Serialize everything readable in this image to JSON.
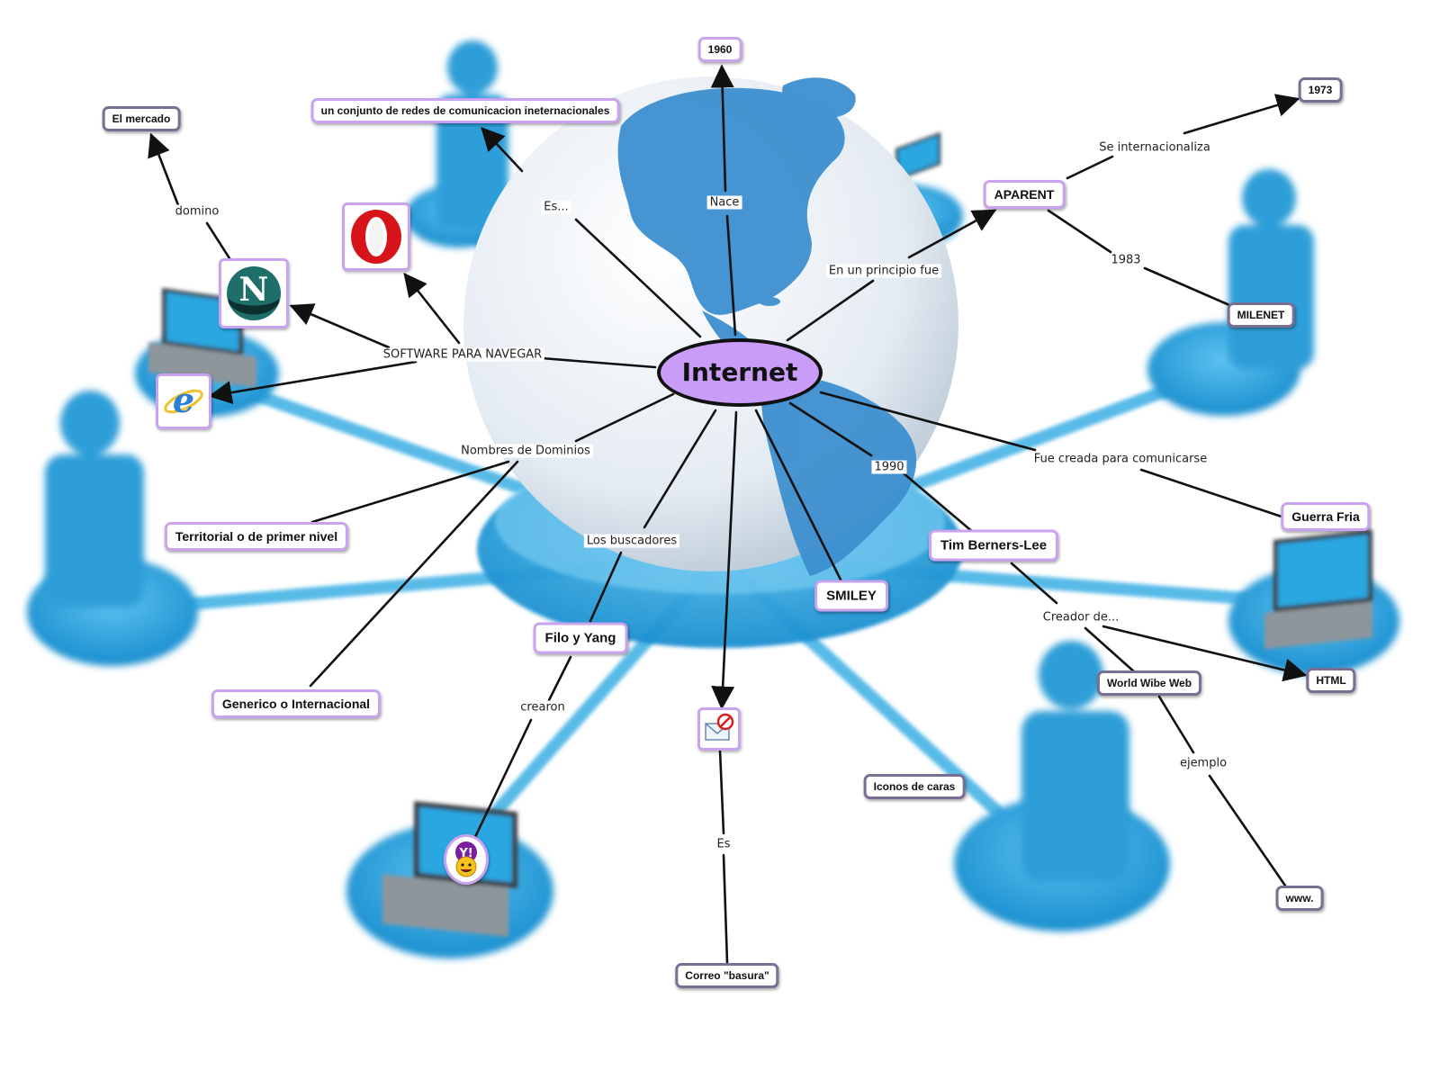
{
  "root": {
    "label": "Internet"
  },
  "nodes": {
    "n1960": "1960",
    "n1973": "1973",
    "redes": "un conjunto de redes de comunicacion ineternacionales",
    "mercado": "El  mercado",
    "aparent": "APARENT",
    "milenet": "MILENET",
    "territorial": "Territorial o de primer nivel",
    "generico": "Generico o Internacional",
    "filo": "Filo y Yang",
    "smiley": "SMILEY",
    "tim": "Tim Berners-Lee",
    "guerra": "Guerra Fria",
    "html": "HTML",
    "www_web": "World Wibe Web",
    "www": "www.",
    "iconos": "Iconos de caras",
    "correo": "Correo \"basura\""
  },
  "labels": {
    "es1": "Es...",
    "nace": "Nace",
    "internacionaliza": "Se internacionaliza",
    "principio": "En un principio fue",
    "y1983": "1983",
    "dominio": "domino",
    "software": "SOFTWARE PARA NAVEGAR",
    "dominios": "Nombres de Dominios",
    "buscadores": "Los buscadores",
    "y1990": "1990",
    "creada": "Fue creada para comunicarse",
    "creador": "Creador de...",
    "ejemplo": "ejemplo",
    "crearon": "crearon",
    "es2": "Es"
  },
  "icons": {
    "opera": "opera-logo-icon",
    "netscape": "netscape-logo-icon",
    "ie": "internet-explorer-icon",
    "mail": "blocked-mail-icon",
    "yahoo": "yahoo-messenger-icon"
  },
  "colors": {
    "node_border": "#c9a3f0",
    "node_border_alt": "#7a6f93",
    "root_fill": "#c99cf7",
    "network_blue": "#29a3dd",
    "globe_blue": "#3d8fcf",
    "opera_red": "#d8141b",
    "netscape_teal": "#1e6f6a",
    "ie_blue": "#2d7fd6"
  }
}
